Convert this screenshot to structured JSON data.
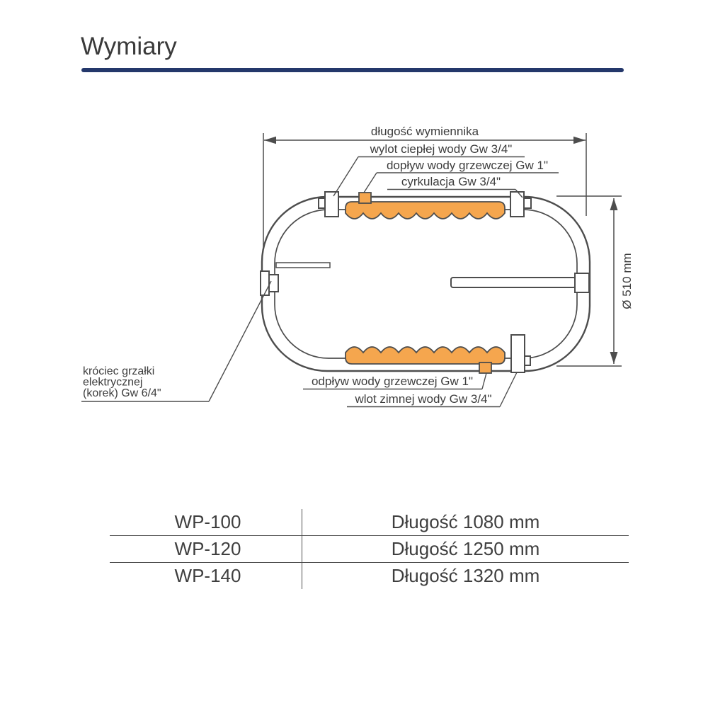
{
  "page": {
    "title": "Wymiary"
  },
  "theme": {
    "accent_bar": "#24386b",
    "orange": "#f5a64e",
    "line": "#4d4d4d",
    "text": "#3d3d3d"
  },
  "diagram": {
    "dim_length_label": "długość wymiennika",
    "dim_diameter_label": "Ø 510 mm",
    "labels": {
      "hot_water_outlet": "wylot ciepłej wody Gw 3/4\"",
      "heating_water_inlet": "dopływ wody grzewczej Gw 1\"",
      "circulation": "cyrkulacja Gw 3/4\"",
      "heating_water_outlet": "odpływ wody grzewczej Gw 1\"",
      "cold_water_inlet": "wlot zimnej wody Gw 3/4\"",
      "heater_port_line1": "króciec grzałki",
      "heater_port_line2": "elektrycznej",
      "heater_port_line3": "(korek) Gw 6/4\""
    }
  },
  "table": {
    "rows": [
      {
        "model": "WP-100",
        "length": "Długość 1080 mm"
      },
      {
        "model": "WP-120",
        "length": "Długość 1250 mm"
      },
      {
        "model": "WP-140",
        "length": "Długość 1320 mm"
      }
    ]
  }
}
